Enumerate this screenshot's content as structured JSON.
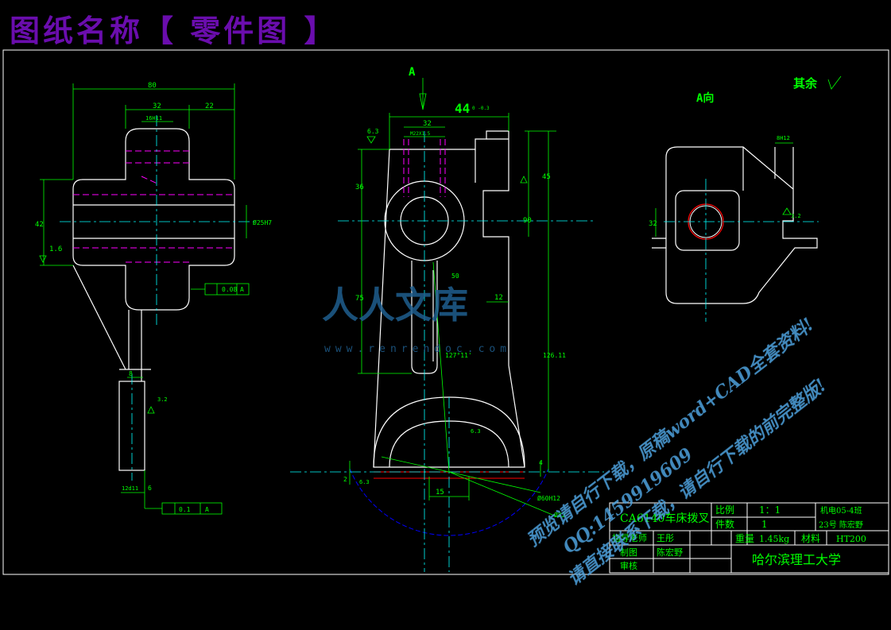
{
  "header": {
    "sheet_title": "图纸名称【 零件图 】"
  },
  "views": {
    "view_a_label": "A",
    "view_a_direction_label": "A向",
    "surface_note": "其余"
  },
  "dimensions": {
    "left": {
      "d80": "80",
      "d32": "32",
      "d22": "22",
      "d16h11": "16H11",
      "d42": "42",
      "d1_6": "1.6",
      "d25h7": "Ø25H7",
      "tol_008": "0.08",
      "tol_01": "0.1",
      "datum_a": "A",
      "d8": "8",
      "d3_2": "3.2",
      "d12d11": "12d11",
      "d6": "6"
    },
    "center": {
      "d44": "44",
      "d44_tol": "0 -0.3",
      "d32": "32",
      "m22": "M22X1.5",
      "d36": "36",
      "d45": "45",
      "d90": "90",
      "d75": "75",
      "d12": "12",
      "d126": "126.11",
      "d50": "50",
      "d127": "127°11'",
      "d15": "15",
      "d60": "Ø60H12",
      "d82": "Ø82",
      "d4": "4",
      "d2": "2",
      "d6_3": "6.3"
    },
    "right": {
      "d8h12": "8H12",
      "d32": "32",
      "d3_2": "3.2"
    }
  },
  "title_block": {
    "part_name": "CA6140车床拨叉",
    "scale_label": "比例",
    "scale_value": "1：1",
    "class_info": "机电05-4班",
    "qty_label": "件数",
    "qty_value": "1",
    "student_info": "23号 陈宏野",
    "advisor_label": "指导老师",
    "advisor_name": "王彤",
    "weight_label": "重量",
    "weight_value": "1.45kg",
    "material_label": "材料",
    "material_value": "HT200",
    "drawn_label": "制图",
    "drawn_name": "陈宏野",
    "check_label": "审核",
    "university": "哈尔滨理工大学"
  },
  "watermark": {
    "logo_text": "人人文库",
    "url": "www.renrendoc.com",
    "line1": "预览请自行下载，原稿word+CAD全套资料!",
    "line2": "请直接联系下载，请自行下载的前完整版!",
    "line3": "QQ:1459919609"
  },
  "colors": {
    "background": "#000000",
    "frame": "#ffffff",
    "dimension": "#00ff00",
    "center_line": "#00ffff",
    "hidden_line": "#ff00ff",
    "title": "#6a0dad",
    "watermark": "#4fa3e0"
  }
}
